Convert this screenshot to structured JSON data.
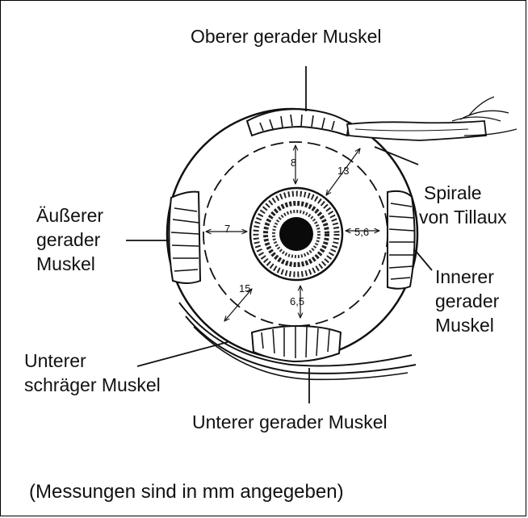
{
  "labels": {
    "superior": "Oberer gerader Muskel",
    "lateral_1": "Äußerer",
    "lateral_2": "gerader",
    "lateral_3": "Muskel",
    "spiral_1": "Spirale",
    "spiral_2": "von Tillaux",
    "medial_1": "Innerer",
    "medial_2": "gerader",
    "medial_3": "Muskel",
    "oblique_1": "Unterer",
    "oblique_2": "schräger Muskel",
    "inferior": "Unterer gerader Muskel"
  },
  "measurements": {
    "superior": "8",
    "superior_diag": "13",
    "lateral": "7",
    "medial": "5,6",
    "inferior": "6,5",
    "inferior_diag": "15"
  },
  "note": "(Messungen sind in mm angegeben)"
}
